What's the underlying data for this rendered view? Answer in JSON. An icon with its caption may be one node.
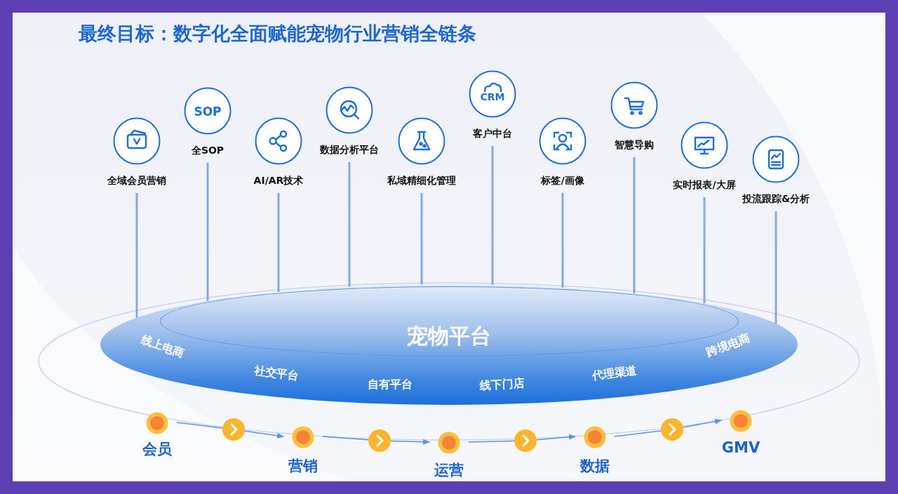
{
  "diagram": {
    "title": "最终目标：数字化全面赋能宠物行业营销全链条",
    "nodes": [
      {
        "text": [
          "全域会员营销"
        ]
      },
      {
        "text": [
          "SOP",
          "全SOP"
        ]
      },
      {
        "text": [
          "AI/AR技术"
        ]
      },
      {
        "text": [
          "数据分析平台"
        ]
      },
      {
        "text": [
          "私域精细化管理"
        ]
      },
      {
        "text": [
          "CRM",
          "客户中台"
        ]
      },
      {
        "text": [
          "标签/画像"
        ]
      },
      {
        "text": [
          "智慧导购"
        ]
      },
      {
        "text": [
          "实时报表/大屏"
        ]
      },
      {
        "text": [
          "投流跟踪&分析"
        ]
      },
      {
        "text": [
          "宠物平台"
        ]
      },
      {
        "text": [
          "会员"
        ]
      },
      {
        "text": [
          "营销"
        ]
      },
      {
        "text": [
          "运营"
        ]
      },
      {
        "text": [
          "数据"
        ]
      },
      {
        "text": [
          "GMV"
        ]
      }
    ],
    "edges": [
      {
        "from": 0,
        "to": 10,
        "arrow": "none"
      },
      {
        "from": 1,
        "to": 10,
        "arrow": "none"
      },
      {
        "from": 2,
        "to": 10,
        "arrow": "none"
      },
      {
        "from": 3,
        "to": 10,
        "arrow": "none"
      },
      {
        "from": 4,
        "to": 10,
        "arrow": "none"
      },
      {
        "from": 5,
        "to": 10,
        "arrow": "none"
      },
      {
        "from": 6,
        "to": 10,
        "arrow": "none"
      },
      {
        "from": 7,
        "to": 10,
        "arrow": "none"
      },
      {
        "from": 8,
        "to": 10,
        "arrow": "none"
      },
      {
        "from": 9,
        "to": 10,
        "arrow": "none"
      },
      {
        "from": 11,
        "to": 12,
        "arrow": "to"
      },
      {
        "from": 12,
        "to": 13,
        "arrow": "to"
      },
      {
        "from": 13,
        "to": 14,
        "arrow": "to"
      },
      {
        "from": 14,
        "to": 15,
        "arrow": "to"
      }
    ],
    "labels": [
      "线上电商",
      "社交平台",
      "自有平台",
      "线下门店",
      "代理渠道",
      "跨境电商"
    ]
  }
}
